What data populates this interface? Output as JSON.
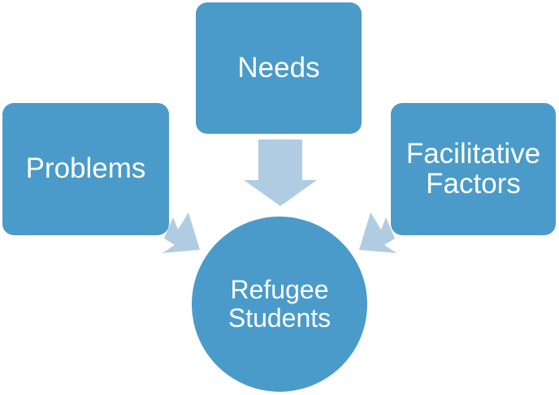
{
  "diagram": {
    "center": {
      "lines": [
        "Refugee",
        "Students"
      ]
    },
    "inputs": [
      {
        "id": "problems",
        "lines": [
          "Problems"
        ],
        "position": "left"
      },
      {
        "id": "needs",
        "lines": [
          "Needs"
        ],
        "position": "top"
      },
      {
        "id": "facilitative-factors",
        "lines": [
          "Facilitative",
          "Factors"
        ],
        "position": "right"
      }
    ],
    "colors": {
      "shape_fill": "#4a9bc9",
      "arrow_fill": "#b0cce2",
      "text": "#ffffff",
      "background": "#ffffff"
    }
  }
}
